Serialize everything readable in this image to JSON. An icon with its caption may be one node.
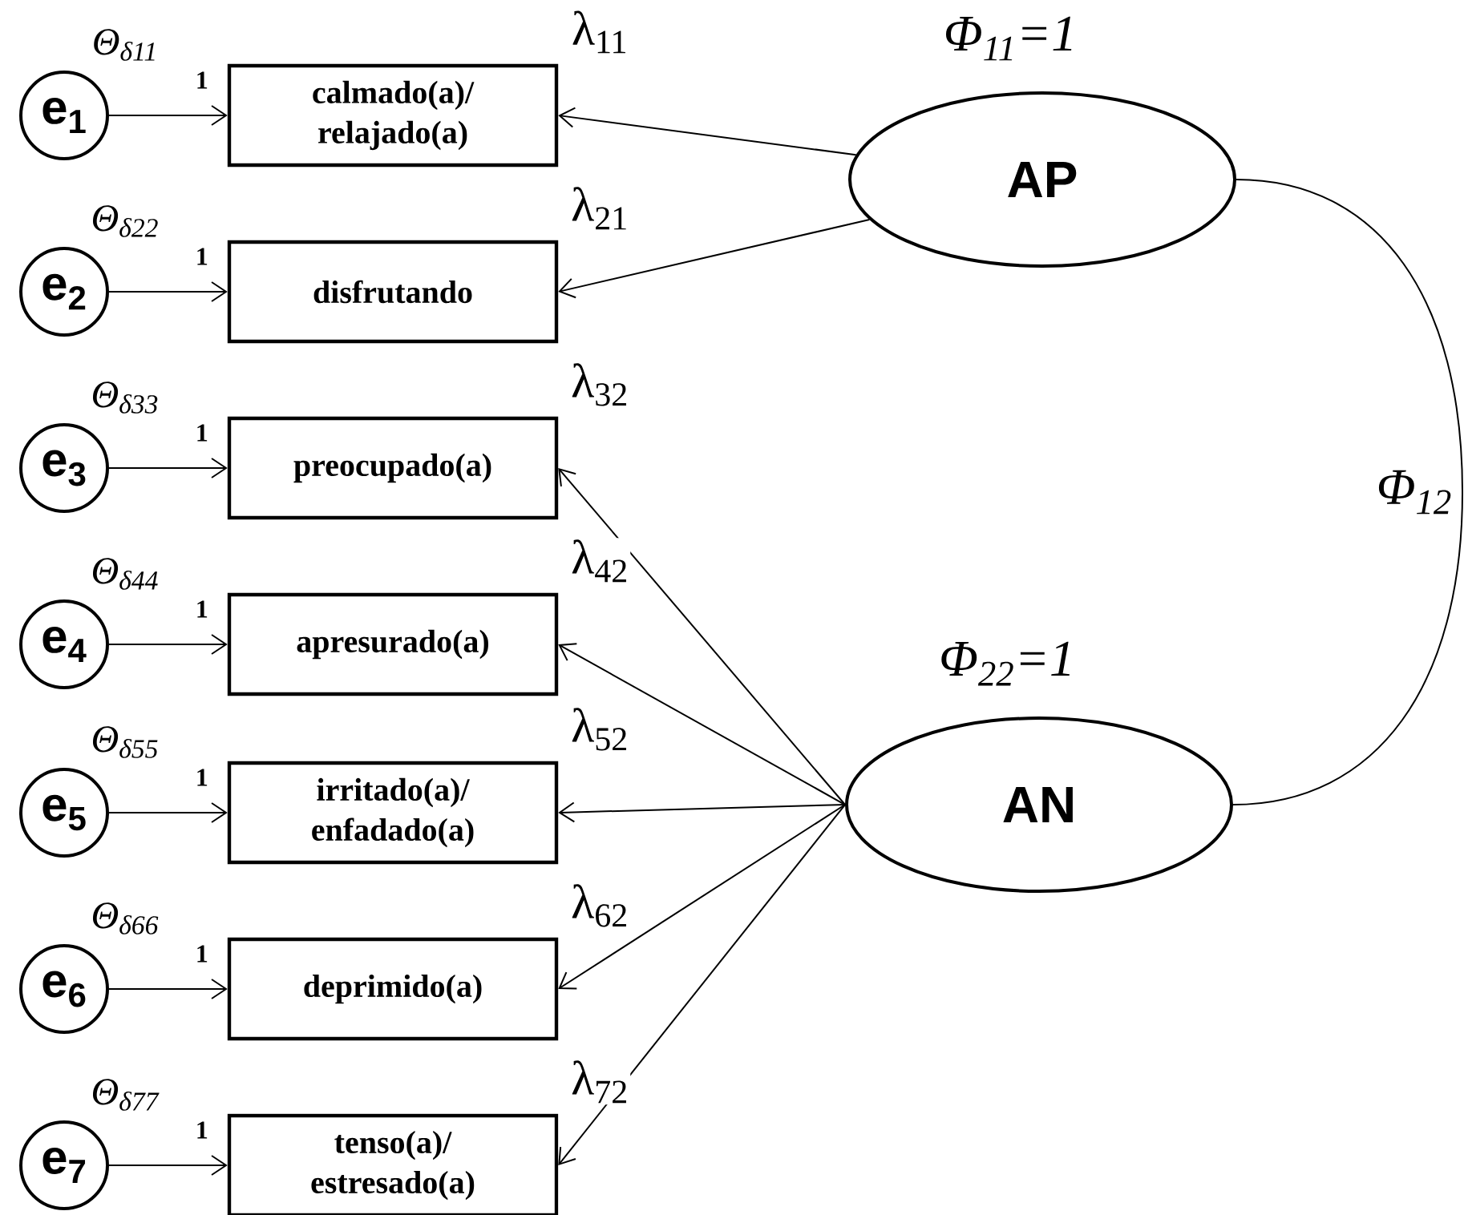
{
  "diagram": {
    "nodes": [
      {
        "text": [
          "e$_{1}$"
        ],
        "beside": [
          "Θ$_{δ11}$"
        ]
      },
      {
        "text": [
          "e$_{2}$"
        ],
        "beside": [
          "Θ$_{δ22}$"
        ]
      },
      {
        "text": [
          "e$_{3}$"
        ],
        "beside": [
          "Θ$_{δ33}$"
        ]
      },
      {
        "text": [
          "e$_{4}$"
        ],
        "beside": [
          "Θ$_{δ44}$"
        ]
      },
      {
        "text": [
          "e$_{5}$"
        ],
        "beside": [
          "Θ$_{δ55}$"
        ]
      },
      {
        "text": [
          "e$_{6}$"
        ],
        "beside": [
          "Θ$_{δ66}$"
        ]
      },
      {
        "text": [
          "e$_{7}$"
        ],
        "beside": [
          "Θ$_{δ77}$"
        ]
      },
      {
        "text": [
          "calmado(a)/ relajado(a)"
        ]
      },
      {
        "text": [
          "disfrutando"
        ]
      },
      {
        "text": [
          "preocupado(a)"
        ]
      },
      {
        "text": [
          "apresurado(a)"
        ]
      },
      {
        "text": [
          "irritado(a)/ enfadado(a)"
        ]
      },
      {
        "text": [
          "deprimido(a)"
        ]
      },
      {
        "text": [
          "tenso(a)/ estresado(a)"
        ]
      },
      {
        "text": [
          "AP"
        ],
        "beside": [
          "Φ$_{11}$=1"
        ]
      },
      {
        "text": [
          "AN"
        ],
        "beside": [
          "Φ$_{22}$=1"
        ]
      }
    ],
    "edges": [
      {
        "from": 0,
        "to": 7,
        "arrow": "to",
        "label": "1"
      },
      {
        "from": 1,
        "to": 8,
        "arrow": "to",
        "label": "1"
      },
      {
        "from": 2,
        "to": 9,
        "arrow": "to",
        "label": "1"
      },
      {
        "from": 3,
        "to": 10,
        "arrow": "to",
        "label": "1"
      },
      {
        "from": 4,
        "to": 11,
        "arrow": "to",
        "label": "1"
      },
      {
        "from": 5,
        "to": 12,
        "arrow": "to",
        "label": "1"
      },
      {
        "from": 6,
        "to": 13,
        "arrow": "to",
        "label": "1"
      },
      {
        "from": 14,
        "to": 7,
        "arrow": "to",
        "label": "λ$_{11}$"
      },
      {
        "from": 14,
        "to": 8,
        "arrow": "to",
        "label": "λ$_{21}$"
      },
      {
        "from": 15,
        "to": 9,
        "arrow": "to",
        "label": "λ$_{32}$"
      },
      {
        "from": 15,
        "to": 10,
        "arrow": "to",
        "label": "λ$_{42}$"
      },
      {
        "from": 15,
        "to": 11,
        "arrow": "to",
        "label": "λ$_{52}$"
      },
      {
        "from": 15,
        "to": 12,
        "arrow": "to",
        "label": "λ$_{62}$"
      },
      {
        "from": 15,
        "to": 13,
        "arrow": "to",
        "label": "λ$_{72}$"
      },
      {
        "from": 14,
        "to": 15,
        "arrow": "none",
        "label": "Φ$_{12}$"
      }
    ]
  }
}
